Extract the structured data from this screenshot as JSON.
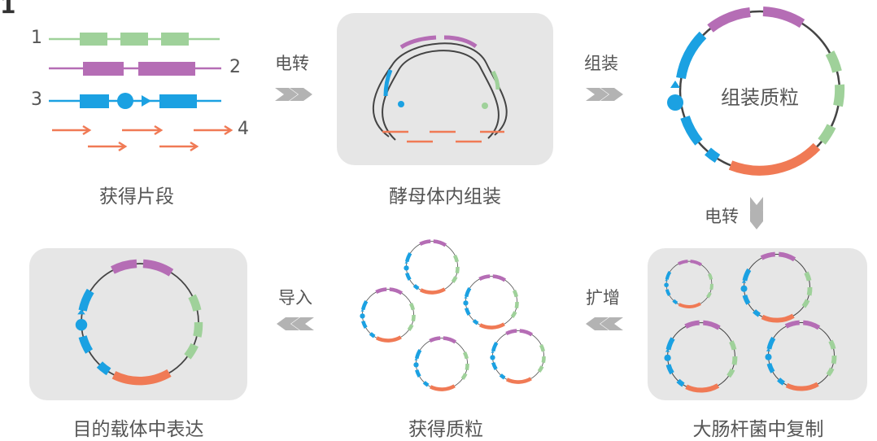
{
  "corner_label": "1",
  "fragment_numbers": [
    "1",
    "2",
    "3",
    "4"
  ],
  "steps": {
    "get_fragments": "获得片段",
    "yeast_assembly": "酵母体内组装",
    "ecoli_replication": "大肠杆菌中复制",
    "get_plasmid": "获得质粒",
    "target_expression": "目的载体中表达"
  },
  "arrows": {
    "electro1": "电转",
    "assemble": "组装",
    "electro2": "电转",
    "amplify": "扩增",
    "import": "导入"
  },
  "plasmid_label": "组装质粒",
  "colors": {
    "green": "#9fd19a",
    "purple": "#b56db5",
    "blue": "#1ba1e2",
    "orange": "#f07a55",
    "panel": "#e6e6e6",
    "arrow": "#b3b3b3",
    "backbone": "#444444"
  }
}
